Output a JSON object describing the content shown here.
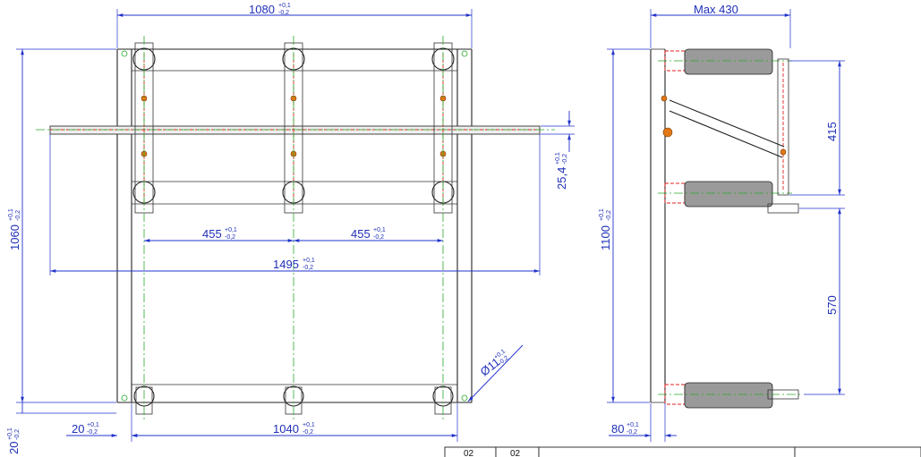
{
  "front_view": {
    "dims": {
      "overall_width": {
        "main": "1080",
        "tol_upper": "+0,1",
        "tol_lower": "-0,2"
      },
      "overall_height": {
        "main": "1060",
        "tol_upper": "+0,1",
        "tol_lower": "-0,2"
      },
      "pitch_left": {
        "main": "455",
        "tol_upper": "+0,1",
        "tol_lower": "-0,2"
      },
      "pitch_right": {
        "main": "455",
        "tol_upper": "+0,1",
        "tol_lower": "-0,2"
      },
      "shaft_length": {
        "main": "1495",
        "tol_upper": "+0,1",
        "tol_lower": "-0,2"
      },
      "shaft_diameter": {
        "main": "25,4",
        "tol_upper": "+0,1",
        "tol_lower": "-0,2"
      },
      "hole_diameter": {
        "main": "Ø11",
        "tol_upper": "+0,1",
        "tol_lower": "-0,2"
      },
      "bottom_inner": {
        "main": "1040",
        "tol_upper": "+0,1",
        "tol_lower": "-0,2"
      },
      "edge_offset_x": {
        "main": "20",
        "tol_upper": "+0,1",
        "tol_lower": "-0,2"
      },
      "edge_offset_y": {
        "main": "20",
        "tol_upper": "+0,1",
        "tol_lower": "-0,2"
      }
    }
  },
  "side_view": {
    "dims": {
      "max_depth": {
        "main": "Max 430"
      },
      "overall_height": {
        "main": "1100",
        "tol_upper": "+0,1",
        "tol_lower": "-0,2"
      },
      "upper_span": {
        "main": "415"
      },
      "lower_span": {
        "main": "570"
      },
      "frame_depth": {
        "main": "80",
        "tol_upper": "+0,1",
        "tol_lower": "-0,2"
      }
    }
  },
  "title_block": {
    "cells": [
      "02",
      "02"
    ]
  },
  "colors": {
    "dimension": "#2233cc",
    "centerline": "#2aa82a",
    "hidden": "#e02020",
    "part": "#e07818",
    "insulator": "#9a9a9a",
    "outline": "#222222"
  }
}
